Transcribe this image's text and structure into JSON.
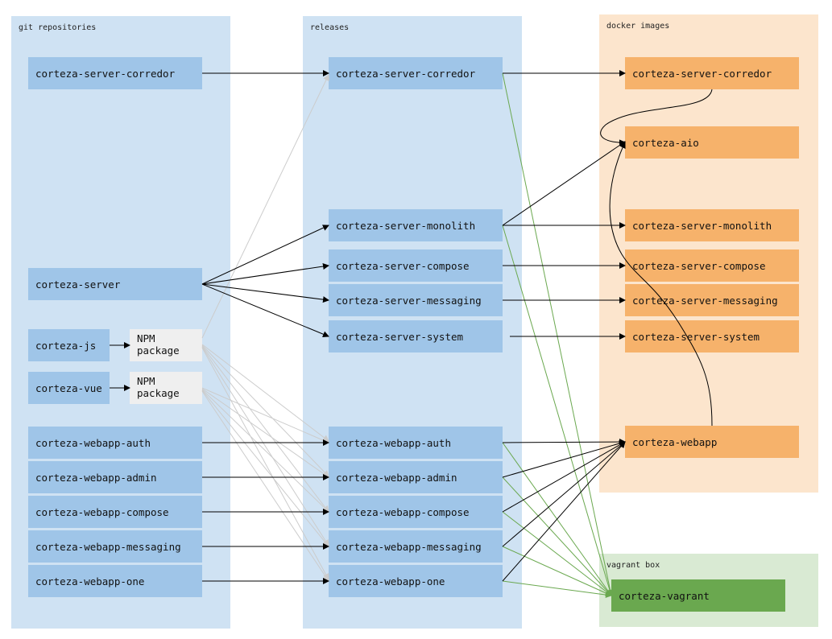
{
  "panels": {
    "git": "git repositories",
    "releases": "releases",
    "docker": "docker images",
    "vagrant": "vagrant box"
  },
  "git": {
    "server_corredor": "corteza-server-corredor",
    "server": "corteza-server",
    "js": "corteza-js",
    "js_npm": "NPM package",
    "vue": "corteza-vue",
    "vue_npm": "NPM package",
    "webapp_auth": "corteza-webapp-auth",
    "webapp_admin": "corteza-webapp-admin",
    "webapp_compose": "corteza-webapp-compose",
    "webapp_messaging": "corteza-webapp-messaging",
    "webapp_one": "corteza-webapp-one"
  },
  "releases": {
    "server_corredor": "corteza-server-corredor",
    "server_monolith": "corteza-server-monolith",
    "server_compose": "corteza-server-compose",
    "server_messaging": "corteza-server-messaging",
    "server_system": "corteza-server-system",
    "webapp_auth": "corteza-webapp-auth",
    "webapp_admin": "corteza-webapp-admin",
    "webapp_compose": "corteza-webapp-compose",
    "webapp_messaging": "corteza-webapp-messaging",
    "webapp_one": "corteza-webapp-one"
  },
  "docker": {
    "server_corredor": "corteza-server-corredor",
    "aio": "corteza-aio",
    "server_monolith": "corteza-server-monolith",
    "server_compose": "corteza-server-compose",
    "server_messaging": "corteza-server-messaging",
    "server_system": "corteza-server-system",
    "webapp": "corteza-webapp"
  },
  "vagrant": {
    "box": "corteza-vagrant"
  },
  "colors": {
    "blue_panel": "#cfe2f3",
    "blue_box": "#9fc5e8",
    "orange_panel": "#fce5cd",
    "orange_box": "#f6b26b",
    "green_panel": "#d9ead3",
    "green_box": "#6aa84f",
    "npm_box": "#efefef",
    "edge_black": "#000000",
    "edge_gray": "#cccccc",
    "edge_green": "#6aa84f"
  }
}
